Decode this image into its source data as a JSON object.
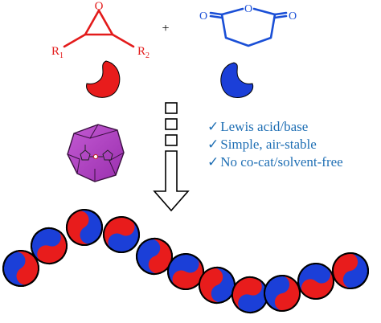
{
  "reactants": {
    "epoxide": {
      "oxygen_label": "O",
      "r1_label": "R",
      "r1_sub": "1",
      "r2_label": "R",
      "r2_sub": "2",
      "color": "#e31b1b"
    },
    "plus_sign": "+",
    "anhydride": {
      "oxygen_labels": [
        "O",
        "O",
        "O"
      ],
      "color": "#1a4fd6"
    }
  },
  "colors": {
    "red_monomer": "#e81c1c",
    "blue_monomer": "#1b3fd8",
    "catalyst_cage": "#b23fc2",
    "check_text": "#1f6fb4",
    "outline": "#000000"
  },
  "conditions": [
    {
      "mark": "✓",
      "text": "Lewis acid/base"
    },
    {
      "mark": "✓",
      "text": "Simple, air-stable"
    },
    {
      "mark": "✓",
      "text": "No co-cat/solvent-free"
    }
  ],
  "polymer": {
    "unit_count": 11,
    "unit_icon": "yin-yang-icon"
  }
}
